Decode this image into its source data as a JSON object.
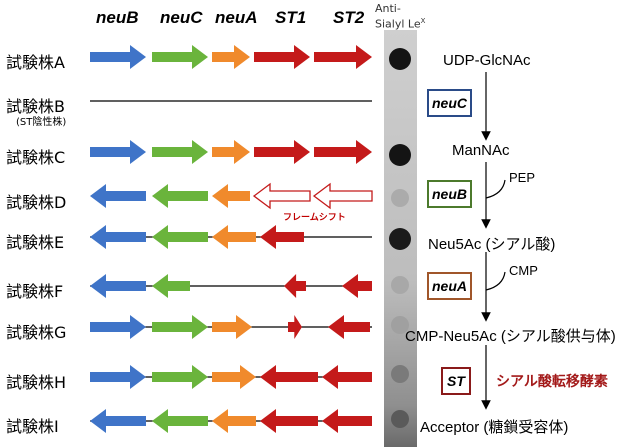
{
  "genes": {
    "neuB": "neuB",
    "neuC": "neuC",
    "neuA": "neuA",
    "ST1": "ST1",
    "ST2": "ST2"
  },
  "colors": {
    "neuB": "#3f74c8",
    "neuC": "#6ab43c",
    "neuA": "#f08a2c",
    "ST": "#c41a1a",
    "box_neuC": "#2a4b88",
    "box_neuB": "#4c7a2c",
    "box_neuA": "#a0562a",
    "box_ST": "#8a1a1a",
    "frameshift": "#c00000"
  },
  "blot_header": {
    "line1": "Anti-",
    "line2": "Sialyl Le",
    "sup": "X"
  },
  "strains": [
    {
      "label": "試験株A",
      "positive": true
    },
    {
      "label": "試験株B",
      "sub": "(ST陰性株)",
      "positive": false
    },
    {
      "label": "試験株C",
      "positive": true
    },
    {
      "label": "試験株D",
      "positive": false
    },
    {
      "label": "試験株E",
      "positive": true
    },
    {
      "label": "試験株F",
      "positive": false
    },
    {
      "label": "試験株G",
      "positive": false
    },
    {
      "label": "試験株H",
      "positive": false
    },
    {
      "label": "試験株I",
      "positive": false
    }
  ],
  "frameshift_label": "フレームシフト",
  "pathway": {
    "nodes": [
      "UDP-GlcNAc",
      "ManNAc",
      "Neu5Ac (シアル酸)",
      "CMP-Neu5Ac (シアル酸供与体)",
      "Acceptor (糖鎖受容体)"
    ],
    "enzymes": [
      "neuC",
      "neuB",
      "neuA",
      "ST"
    ],
    "cofactors": {
      "pep": "PEP",
      "cmp": "CMP"
    },
    "st_name": "シアル酸転移酵素"
  }
}
